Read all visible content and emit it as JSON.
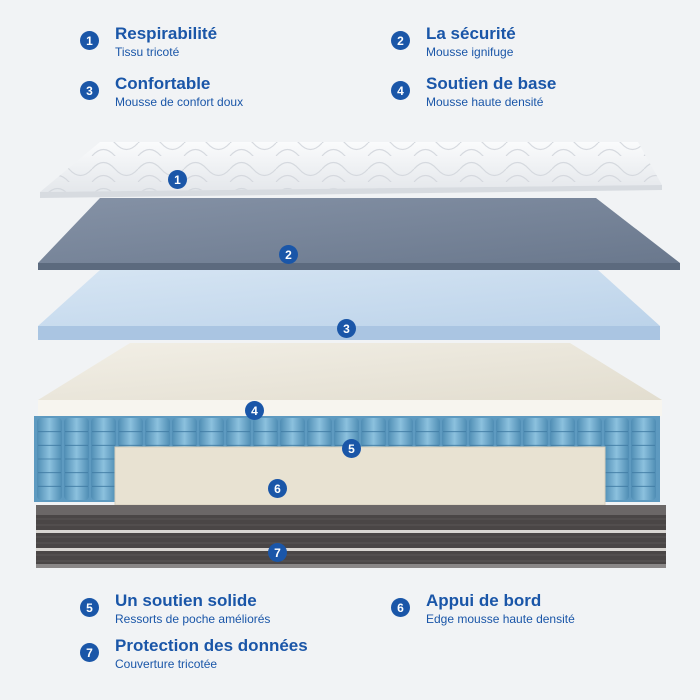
{
  "features": [
    {
      "num": "1",
      "title": "Respirabilité",
      "subtitle": "Tissu tricoté"
    },
    {
      "num": "2",
      "title": "La sécurité",
      "subtitle": "Mousse ignifuge"
    },
    {
      "num": "3",
      "title": "Confortable",
      "subtitle": "Mousse de confort doux"
    },
    {
      "num": "4",
      "title": "Soutien de base",
      "subtitle": "Mousse haute densité"
    },
    {
      "num": "5",
      "title": "Un soutien solide",
      "subtitle": "Ressorts de poche améliorés"
    },
    {
      "num": "6",
      "title": "Appui de bord",
      "subtitle": "Edge mousse haute densité"
    },
    {
      "num": "7",
      "title": "Protection des données",
      "subtitle": "Couverture tricotée"
    }
  ],
  "layers": [
    "1",
    "2",
    "3",
    "4",
    "5",
    "6",
    "7"
  ],
  "colors": {
    "accent": "#1a56a8",
    "knit_top": "#f4f5f7",
    "fire_foam": "#76849a",
    "comfort_foam": "#c9dcef",
    "base_foam": "#ece9df",
    "springs": "#6ea9cc",
    "edge_foam": "#e6e0cf",
    "cover": "#4d4a4a"
  }
}
